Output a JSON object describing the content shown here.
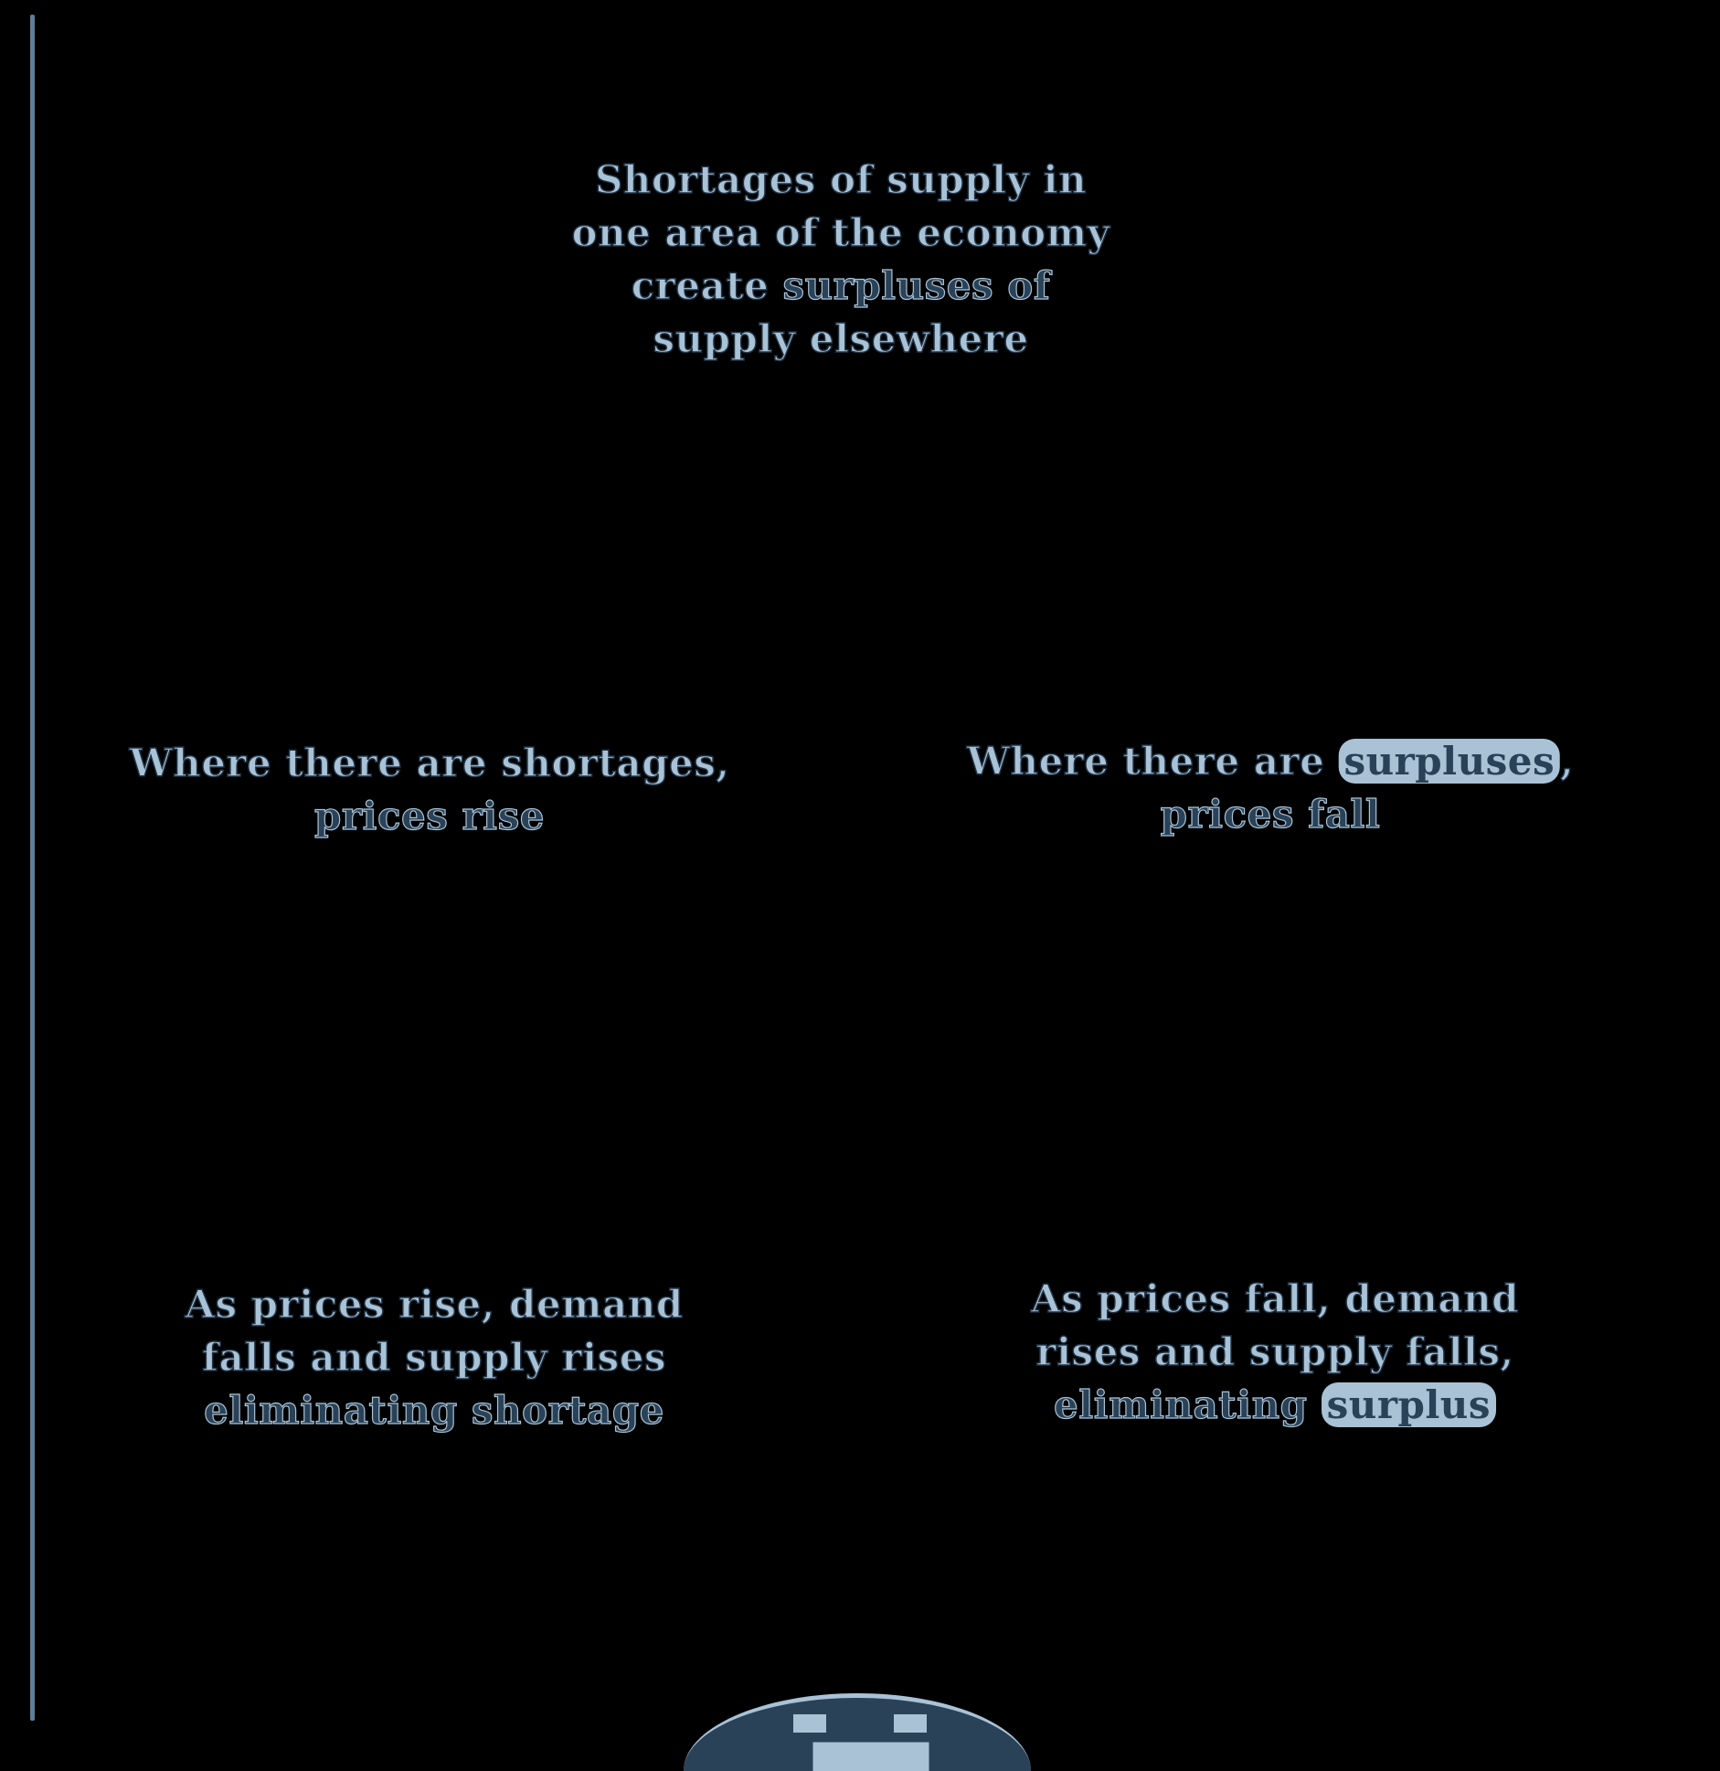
{
  "nodes": {
    "top": {
      "line1": "Shortages of supply in",
      "line2": "one area of the economy",
      "line3_a": "create ",
      "line3_b": "surpluses of",
      "line4": "supply elsewhere"
    },
    "mid_left": {
      "line1": "Where there are shortages,",
      "line2": "prices rise"
    },
    "mid_right": {
      "line1_a": "Where there are ",
      "line1_b": "surpluses",
      "line1_c": ",",
      "line2": "prices fall"
    },
    "bot_left": {
      "line1": "As prices rise, demand",
      "line2": "falls and supply rises",
      "line3": "eliminating shortage"
    },
    "bot_right": {
      "line1": "As prices fall, demand",
      "line2": "rises and supply falls,",
      "line3_a": "eliminating ",
      "line3_b": "surplus"
    }
  },
  "colors": {
    "background": "#000000",
    "text_light": "#a9c2d6",
    "text_dark": "#2a4257",
    "rule": "#5f7d98"
  }
}
